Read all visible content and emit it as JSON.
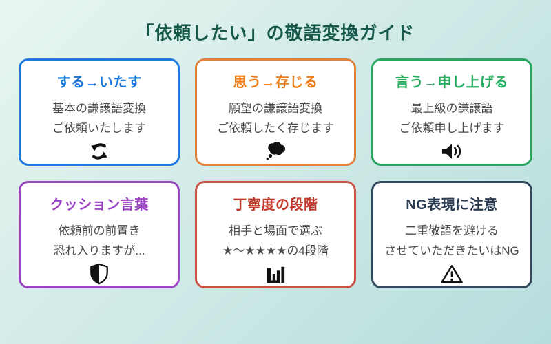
{
  "page": {
    "title": "「依頼したい」の敬語変換ガイド",
    "title_color": "#17594a",
    "background_from": "#e9f6f1",
    "background_to": "#b5dddc"
  },
  "cards": [
    {
      "title": "する→いたす",
      "line1": "基本の謙譲語変換",
      "line2": "ご依頼いたします",
      "icon": "refresh-icon",
      "border_color": "#1d79dd",
      "title_color": "#1a78dc"
    },
    {
      "title": "思う→存じる",
      "line1": "願望の謙譲語変換",
      "line2": "ご依頼したく存じます",
      "icon": "thought-bubble-icon",
      "border_color": "#e0823f",
      "title_color": "#ec7d18"
    },
    {
      "title": "言う→申し上げる",
      "line1": "最上級の謙譲語",
      "line2": "ご依頼申し上げます",
      "icon": "speaker-icon",
      "border_color": "#2aa55f",
      "title_color": "#27ae60"
    },
    {
      "title": "クッション言葉",
      "line1": "依頼前の前置き",
      "line2": "恐れ入りますが...",
      "icon": "shield-icon",
      "border_color": "#9b44c4",
      "title_color": "#9b44c4"
    },
    {
      "title": "丁寧度の段階",
      "line1": "相手と場面で選ぶ",
      "line2": "★～★★★★の4段階",
      "icon": "bar-chart-icon",
      "border_color": "#cd5246",
      "title_color": "#c0392b"
    },
    {
      "title": "NG表現に注意",
      "line1": "二重敬語を避ける",
      "line2": "させていただきたいはNG",
      "icon": "warning-icon",
      "border_color": "#34495e",
      "title_color": "#2a3b52"
    }
  ]
}
